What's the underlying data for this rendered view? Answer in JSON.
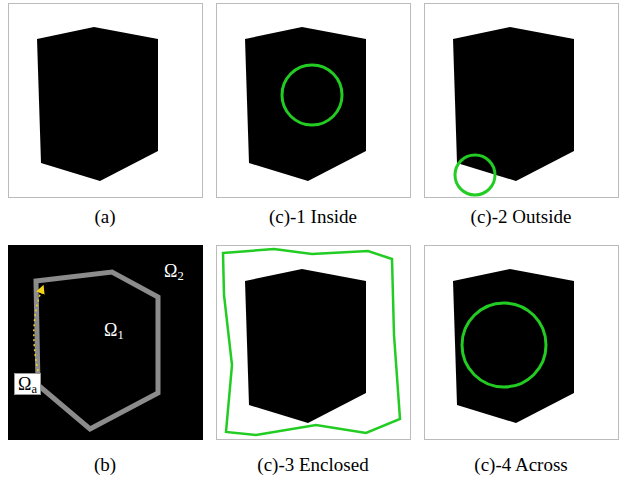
{
  "diagram": {
    "labels": [
      "(a)",
      "(c)-1 Inside",
      "(c)-2 Outside",
      "(b)",
      "(c)-3 Enclosed",
      "(c)-4 Across",
      "Ω1",
      "Ω2",
      "Ωa"
    ]
  }
}
